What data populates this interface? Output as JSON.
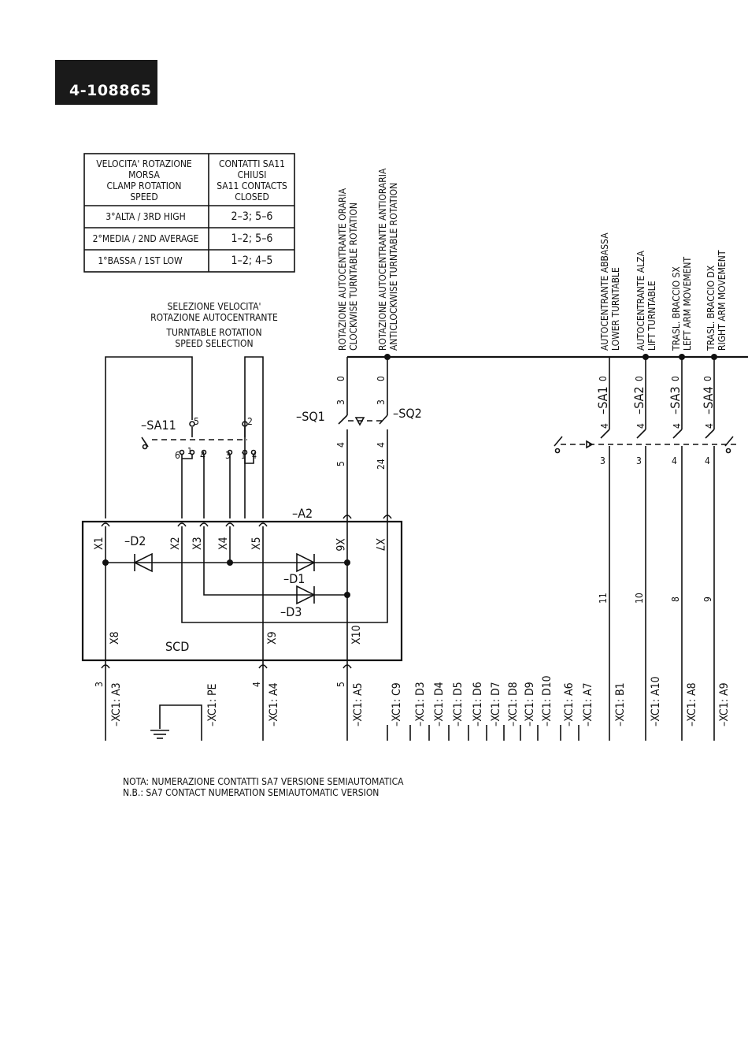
{
  "doc_number": "4-108865",
  "table": {
    "header_left": [
      "VELOCITA' ROTAZIONE",
      "MORSA",
      "CLAMP ROTATION",
      "SPEED"
    ],
    "header_right": [
      "CONTATTI SA11",
      "CHIUSI",
      "SA11 CONTACTS",
      "CLOSED"
    ],
    "rows": [
      {
        "speed": "3°ALTA / 3RD HIGH",
        "contacts": "2–3; 5–6"
      },
      {
        "speed": "2°MEDIA / 2ND AVERAGE",
        "contacts": "1–2; 5–6"
      },
      {
        "speed": "1°BASSA / 1ST LOW",
        "contacts": "1–2; 4–5"
      }
    ]
  },
  "speed_selection_caption": [
    "SELEZIONE VELOCITA'",
    "ROTAZIONE AUTOCENTRANTE",
    "TURNTABLE ROTATION",
    "SPEED SELECTION"
  ],
  "column_captions": {
    "sq1": [
      "ROTAZIONE AUTOCENTRANTE ORARIA",
      "CLOCKWISE TURNTABLE ROTATION"
    ],
    "sq2": [
      "ROTAZIONE AUTOCENTRANTE ANTIORARIA",
      "ANTICLOCKWISE TURNTABLE ROTATION"
    ],
    "sa1": [
      "AUTOCENTRANTE ABBASSA",
      "LOWER TURNTABLE"
    ],
    "sa2": [
      "AUTOCENTRANTE ALZA",
      "LIFT TURNTABLE"
    ],
    "sa3": [
      "TRASL. BRACCIO SX",
      "LEFT ARM MOVEMENT"
    ],
    "sa4": [
      "TRASL. BRACCIO DX",
      "RIGHT ARM MOVEMENT"
    ]
  },
  "components": {
    "sa11": "–SA11",
    "sq1": "–SQ1",
    "sq2": "–SQ2",
    "a2": "–A2",
    "d1": "–D1",
    "d2": "–D2",
    "d3": "–D3",
    "scd": "SCD",
    "sa1": "–SA1",
    "sa2": "–SA2",
    "sa3": "–SA3",
    "sa4": "–SA4"
  },
  "sa11_terminals": [
    "5",
    "2",
    "6",
    "1",
    "4",
    "3",
    "1",
    "4"
  ],
  "sq_terminals": {
    "sq1_top": "0",
    "sq1_a": "3",
    "sq1_b": "4",
    "sq1_c": "5",
    "sq2_top": "0",
    "sq2_a": "3",
    "sq2_b": "4",
    "sq2_c": "24"
  },
  "a2_pins": [
    "X1",
    "X2",
    "X3",
    "X4",
    "X5",
    "X6",
    "X7",
    "X8",
    "X9",
    "X10"
  ],
  "right_switch_terminals": {
    "sa1": [
      "0",
      "4",
      "3",
      "11"
    ],
    "sa2": [
      "0",
      "4",
      "3",
      "10"
    ],
    "sa3": [
      "0",
      "4",
      "4",
      "8"
    ],
    "sa4": [
      "0",
      "4",
      "4",
      "9"
    ]
  },
  "bottom_wire_numbers": [
    "3",
    "4",
    "5"
  ],
  "terminals_bottom": [
    "–XC1: A3",
    "–XC1: PE",
    "–XC1: A4",
    "–XC1: A5",
    "–XC1: C9",
    "–XC1: D3",
    "–XC1: D4",
    "–XC1: D5",
    "–XC1: D6",
    "–XC1: D7",
    "–XC1: D8",
    "–XC1: D9",
    "–XC1: D10",
    "–XC1: A6",
    "–XC1: A7",
    "–XC1: B1",
    "–XC1: A10",
    "–XC1: A8",
    "–XC1: A9"
  ],
  "notes": [
    "NOTA: NUMERAZIONE CONTATTI SA7 VERSIONE SEMIAUTOMATICA",
    "N.B.: SA7 CONTACT NUMERATION SEMIAUTOMATIC VERSION"
  ]
}
